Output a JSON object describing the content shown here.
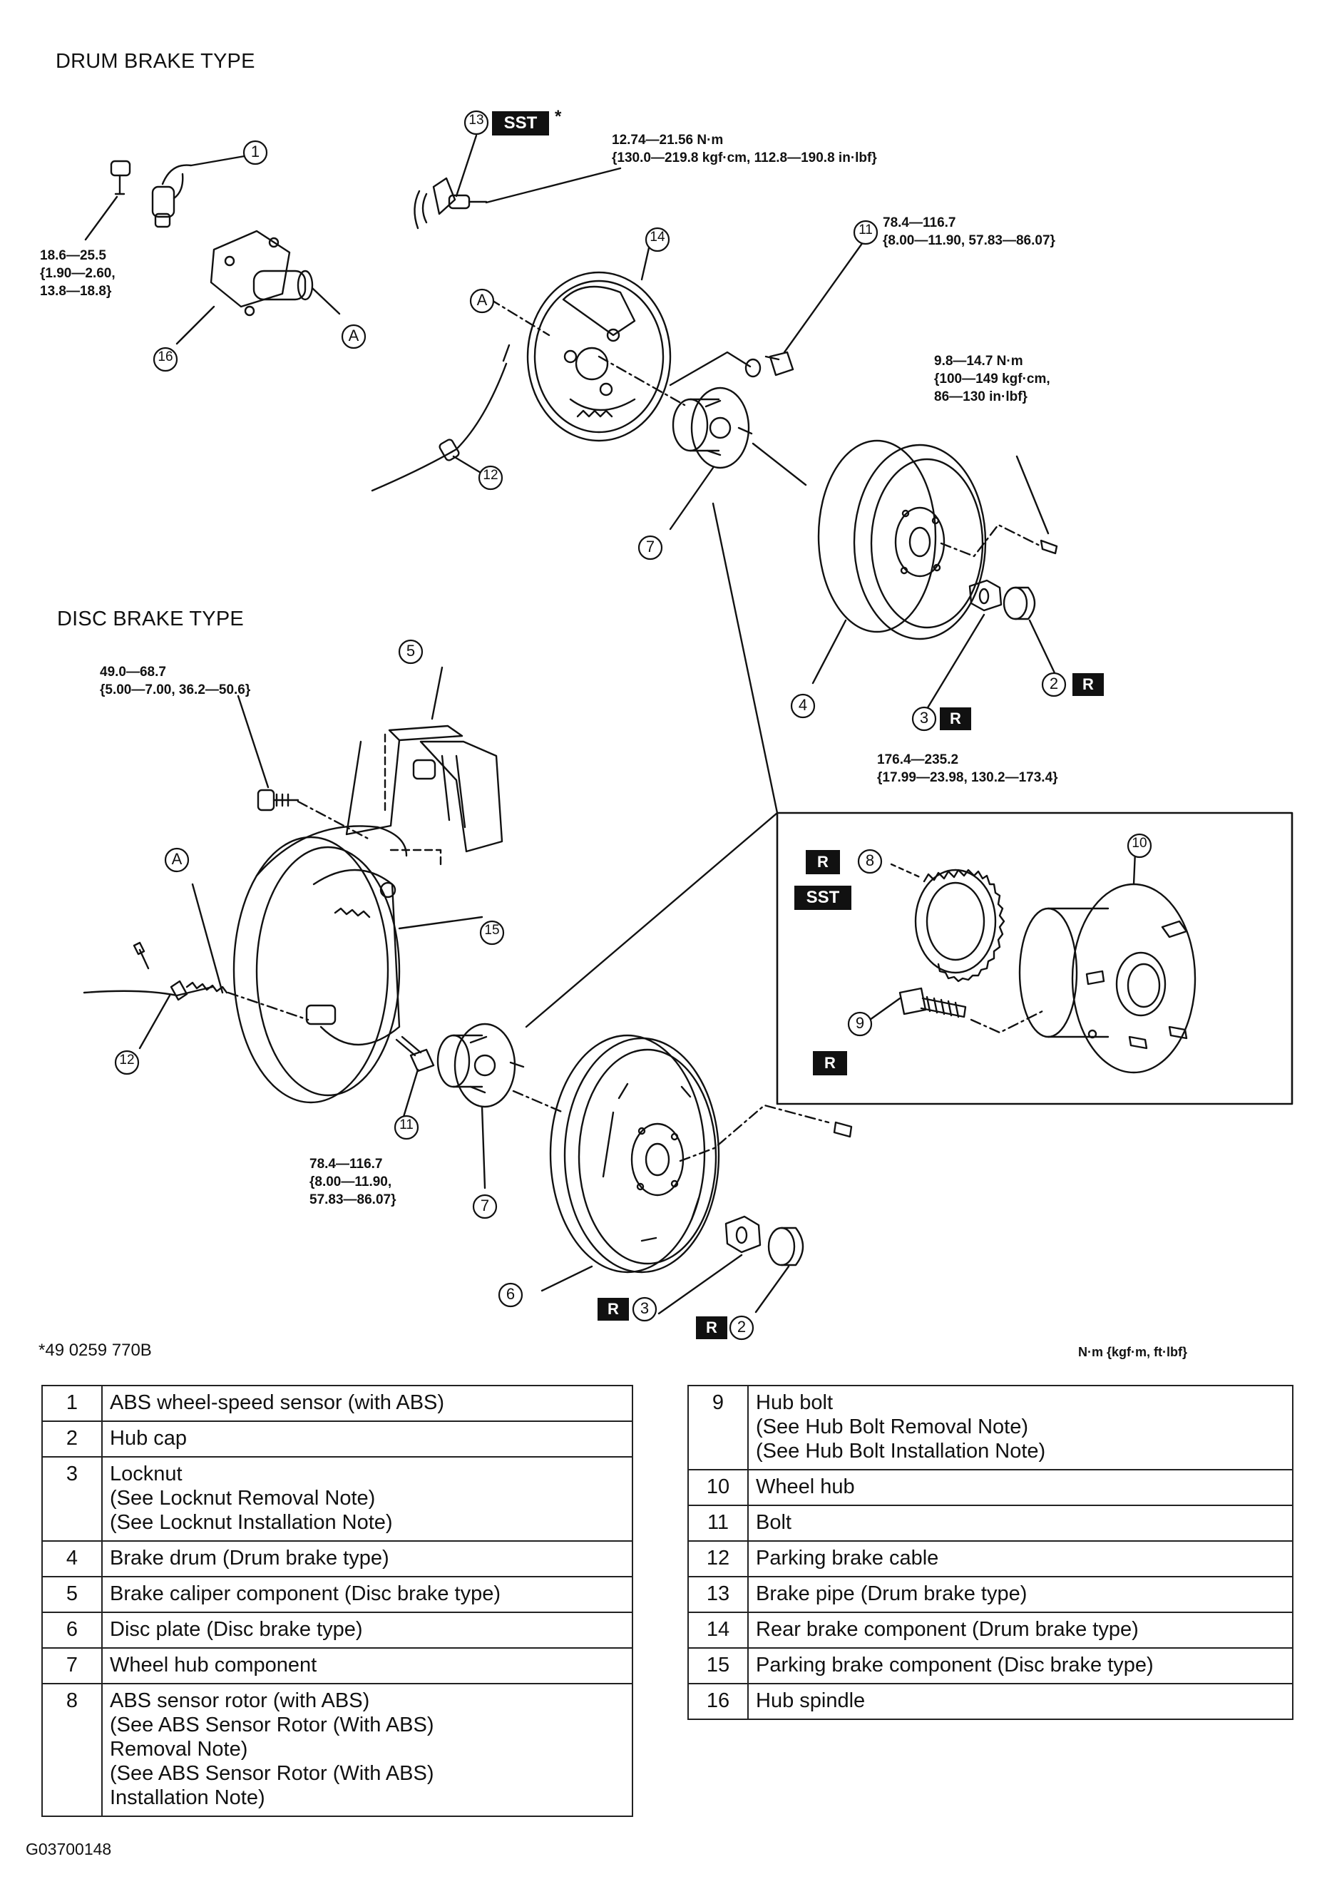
{
  "sections": {
    "drum": "DRUM BRAKE TYPE",
    "disc": "DISC BRAKE TYPE"
  },
  "callouts": [
    "1",
    "2",
    "3",
    "4",
    "5",
    "6",
    "7",
    "8",
    "9",
    "10",
    "11",
    "12",
    "13",
    "14",
    "15",
    "16",
    "A"
  ],
  "badges": {
    "sst": "SST",
    "r": "R",
    "asterisk": "*"
  },
  "torques": {
    "brake_pipe": "12.74—21.56 N·m\n{130.0—219.8 kgf·cm, 112.8—190.8 in·lbf}",
    "sensor_bolt": "18.6—25.5\n{1.90—2.60,\n13.8—18.8}",
    "drum_bolt": "78.4—116.7\n{8.00—11.90, 57.83—86.07}",
    "drum_screw": "9.8—14.7 N·m\n{100—149 kgf·cm,\n86—130 in·lbf}",
    "locknut": "176.4—235.2\n{17.99—23.98, 130.2—173.4}",
    "caliper_bolt": "49.0—68.7\n{5.00—7.00, 36.2—50.6}",
    "disc_bolt": "78.4—116.7\n{8.00—11.90,\n57.83—86.07}"
  },
  "footer": {
    "sst_note": "*49 0259 770B",
    "units": "N·m {kgf·m, ft·lbf}",
    "figure_id": "G03700148"
  },
  "parts_left": [
    {
      "no": "1",
      "lines": [
        "ABS wheel-speed sensor (with ABS)"
      ]
    },
    {
      "no": "2",
      "lines": [
        "Hub cap"
      ]
    },
    {
      "no": "3",
      "lines": [
        "Locknut",
        "(See Locknut Removal Note)",
        "(See Locknut Installation Note)"
      ]
    },
    {
      "no": "4",
      "lines": [
        "Brake drum (Drum brake type)"
      ]
    },
    {
      "no": "5",
      "lines": [
        "Brake caliper component (Disc brake type)"
      ]
    },
    {
      "no": "6",
      "lines": [
        "Disc plate (Disc brake type)"
      ]
    },
    {
      "no": "7",
      "lines": [
        "Wheel hub component"
      ]
    },
    {
      "no": "8",
      "lines": [
        "ABS sensor rotor (with ABS)",
        "(See ABS Sensor Rotor (With ABS)",
        "Removal Note)",
        "(See ABS Sensor Rotor (With ABS)",
        "Installation Note)"
      ]
    }
  ],
  "parts_right": [
    {
      "no": "9",
      "lines": [
        "Hub bolt",
        "(See  Hub Bolt Removal Note)",
        "(See  Hub Bolt Installation Note)"
      ]
    },
    {
      "no": "10",
      "lines": [
        "Wheel hub"
      ]
    },
    {
      "no": "11",
      "lines": [
        "Bolt"
      ]
    },
    {
      "no": "12",
      "lines": [
        "Parking brake cable"
      ]
    },
    {
      "no": "13",
      "lines": [
        "Brake pipe (Drum brake type)"
      ]
    },
    {
      "no": "14",
      "lines": [
        "Rear brake component (Drum brake type)"
      ]
    },
    {
      "no": "15",
      "lines": [
        "Parking brake component (Disc brake type)"
      ]
    },
    {
      "no": "16",
      "lines": [
        "Hub spindle"
      ]
    }
  ]
}
